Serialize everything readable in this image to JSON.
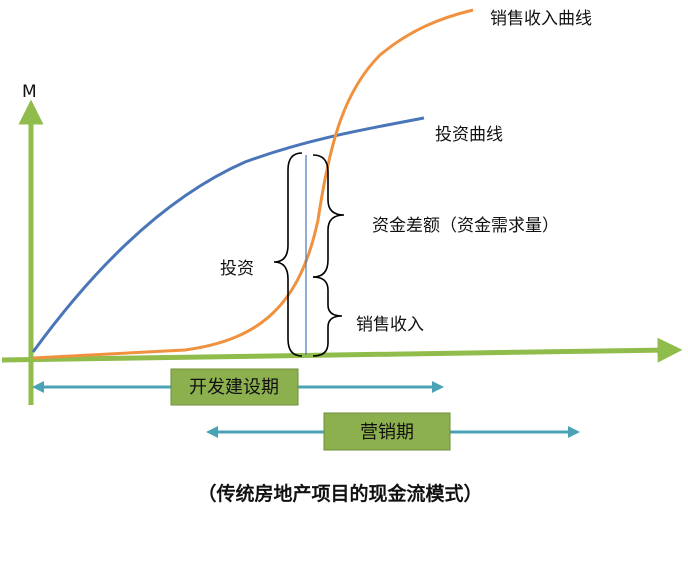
{
  "axis": {
    "y_label": "M"
  },
  "curves": {
    "sales_revenue_label": "销售收入曲线",
    "investment_label": "投资曲线"
  },
  "annotations": {
    "investment": "投资",
    "funding_gap": "资金差额（资金需求量）",
    "sales_revenue": "销售收入"
  },
  "phases": {
    "development": "开发建设期",
    "marketing": "营销期"
  },
  "caption": "（传统房地产项目的现金流模式）",
  "colors": {
    "axis": "#8FBC4B",
    "investment_curve": "#4A76B8",
    "sales_curve": "#F0913F",
    "phase_arrow": "#4AA3B5",
    "phase_box": "#8DB04E"
  }
}
